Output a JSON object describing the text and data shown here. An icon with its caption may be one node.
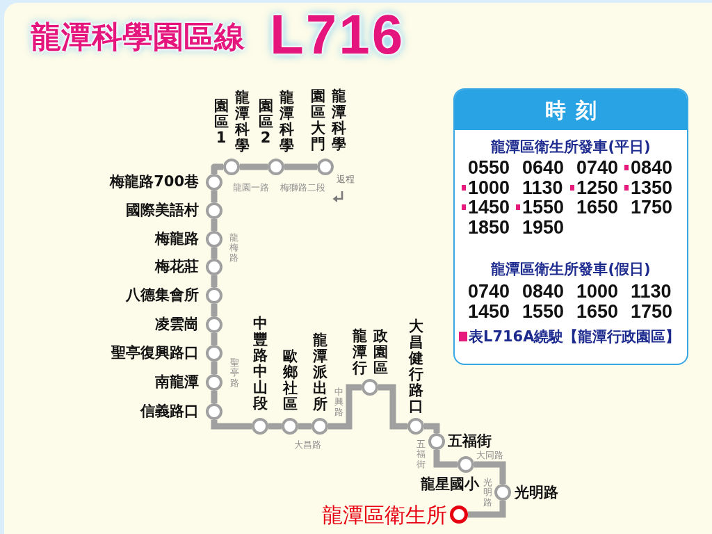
{
  "diagram": {
    "title": "龍潭科學園區線",
    "nodes": [
      {
        "text": [],
        "shape": "circle",
        "beside": [
          "龍潭科學園區1"
        ]
      },
      {
        "text": [],
        "shape": "circle",
        "beside": [
          "龍潭科學園區2"
        ]
      },
      {
        "text": [],
        "shape": "circle",
        "beside": [
          "龍潭科學園區大門"
        ]
      },
      {
        "text": [],
        "shape": "circle",
        "beside": [
          "梅龍路700巷"
        ]
      },
      {
        "text": [],
        "shape": "circle",
        "beside": [
          "國際美語村"
        ]
      },
      {
        "text": [],
        "shape": "circle",
        "beside": [
          "梅龍路"
        ]
      },
      {
        "text": [],
        "shape": "circle",
        "beside": [
          "梅花莊"
        ]
      },
      {
        "text": [],
        "shape": "circle",
        "beside": [
          "八德集會所"
        ]
      },
      {
        "text": [],
        "shape": "circle",
        "beside": [
          "凌雲崗"
        ]
      },
      {
        "text": [],
        "shape": "circle",
        "beside": [
          "聖亭復興路口"
        ]
      },
      {
        "text": [],
        "shape": "circle",
        "beside": [
          "南龍潭"
        ]
      },
      {
        "text": [],
        "shape": "circle",
        "beside": [
          "信義路口"
        ]
      },
      {
        "text": [],
        "shape": "circle",
        "beside": [
          "中豐路中山段"
        ]
      },
      {
        "text": [],
        "shape": "circle",
        "beside": [
          "歐鄉社區"
        ]
      },
      {
        "text": [],
        "shape": "circle",
        "beside": [
          "龍潭派出所"
        ]
      },
      {
        "text": [],
        "shape": "circle",
        "beside": [
          "龍潭行政園區"
        ]
      },
      {
        "text": [],
        "shape": "circle",
        "beside": [
          "大昌健行路口"
        ]
      },
      {
        "text": [],
        "shape": "circle",
        "beside": [
          "五福街"
        ]
      },
      {
        "text": [],
        "shape": "circle",
        "beside": [
          "龍星國小"
        ]
      },
      {
        "text": [],
        "shape": "circle",
        "beside": [
          "光明路"
        ]
      },
      {
        "text": [],
        "shape": "circle",
        "beside": [
          "龍潭區衛生所"
        ]
      },
      {
        "text": [
          "時刻",
          "龍潭區衛生所發車(平日)",
          "龍潭區衛生所發車(假日)"
        ]
      }
    ],
    "edges": [
      {
        "from": 0,
        "to": 1,
        "arrow": "none",
        "label": "龍園一路"
      },
      {
        "from": 1,
        "to": 2,
        "arrow": "none",
        "label": "梅獅路二段"
      },
      {
        "from": 3,
        "to": 0,
        "arrow": "none"
      },
      {
        "from": 3,
        "to": 4,
        "arrow": "none"
      },
      {
        "from": 4,
        "to": 5,
        "arrow": "none"
      },
      {
        "from": 5,
        "to": 6,
        "arrow": "none",
        "label": "龍梅路"
      },
      {
        "from": 6,
        "to": 7,
        "arrow": "none"
      },
      {
        "from": 7,
        "to": 8,
        "arrow": "none"
      },
      {
        "from": 8,
        "to": 9,
        "arrow": "none"
      },
      {
        "from": 9,
        "to": 10,
        "arrow": "none",
        "label": "聖亭路"
      },
      {
        "from": 10,
        "to": 11,
        "arrow": "none"
      },
      {
        "from": 11,
        "to": 12,
        "arrow": "none"
      },
      {
        "from": 12,
        "to": 13,
        "arrow": "none"
      },
      {
        "from": 13,
        "to": 14,
        "arrow": "none",
        "label": "大昌路"
      },
      {
        "from": 14,
        "to": 15,
        "arrow": "none",
        "label": "中興路"
      },
      {
        "from": 15,
        "to": 16,
        "arrow": "none"
      },
      {
        "from": 16,
        "to": 17,
        "arrow": "none"
      },
      {
        "from": 17,
        "to": 18,
        "arrow": "none",
        "label": "五福街"
      },
      {
        "from": 18,
        "to": 19,
        "arrow": "none",
        "label": "大同路"
      },
      {
        "from": 19,
        "to": 20,
        "arrow": "none",
        "label": "光明路"
      }
    ],
    "labels": [
      "L716",
      "返程",
      "0550",
      "0640",
      "0740",
      "0840",
      "1000",
      "1130",
      "1250",
      "1350",
      "1450",
      "1550",
      "1650",
      "1750",
      "1850",
      "1950",
      "0740",
      "0840",
      "1000",
      "1130",
      "1450",
      "1550",
      "1650",
      "1750"
    ],
    "legend": [
      {
        "text": "表L716A繞駛【龍潭行政園區】",
        "color": "#e6197d"
      }
    ]
  }
}
